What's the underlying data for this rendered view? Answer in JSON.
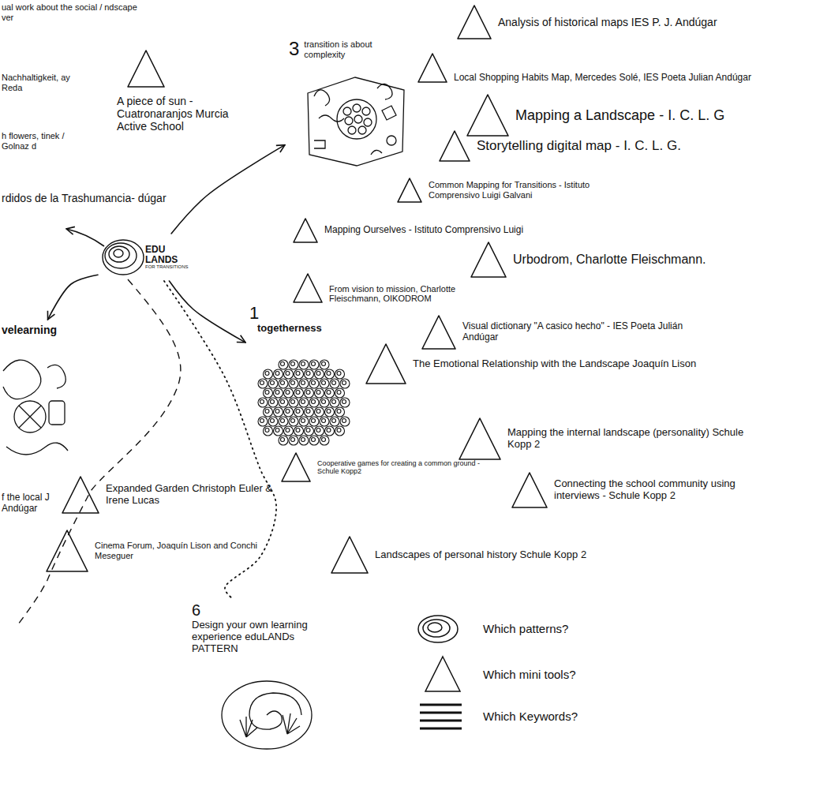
{
  "diagram": {
    "nodes": [
      {
        "text": [
          "EDU LANDS",
          "FOR TRANSITIONS"
        ]
      },
      {
        "text": [
          "3",
          "transition is about complexity"
        ]
      },
      {
        "text": [
          "1",
          "togetherness"
        ]
      },
      {
        "text": [
          "velearning"
        ]
      },
      {
        "text": [
          "6",
          "Design your own learning experience eduLANDs PATTERN"
        ]
      },
      {
        "text": [
          "A piece of sun - Cuatronaranjos Murcia Active School"
        ]
      },
      {
        "text": [
          "Analysis of historical maps IES P. J. Andúgar"
        ]
      },
      {
        "text": [
          "Local Shopping Habits Map, Mercedes Solé, IES Poeta Julian Andúgar"
        ]
      },
      {
        "text": [
          "Mapping a Landscape - I. C. L. G"
        ]
      },
      {
        "text": [
          "Storytelling digital map - I. C. L. G."
        ]
      },
      {
        "text": [
          "Common Mapping for Transitions - Istituto Comprensivo Luigi Galvani"
        ]
      },
      {
        "text": [
          "Mapping Ourselves - Istituto Comprensivo Luigi"
        ]
      },
      {
        "text": [
          "Urbodrom, Charlotte Fleischmann."
        ]
      },
      {
        "text": [
          "From vision to mission, Charlotte Fleischmann, OIKODROM"
        ]
      },
      {
        "text": [
          "Visual dictionary \"A casico hecho\" - IES Poeta Julián Andúgar"
        ]
      },
      {
        "text": [
          "The Emotional Relationship with the Landscape Joaquín Lison"
        ]
      },
      {
        "text": [
          "Mapping the internal landscape (personality) Schule Kopp 2"
        ]
      },
      {
        "text": [
          "Cooperative games for creating a common ground - Schule Kopp2"
        ]
      },
      {
        "text": [
          "Connecting the school community using interviews - Schule Kopp 2"
        ]
      },
      {
        "text": [
          "Landscapes of personal history Schule Kopp 2"
        ]
      },
      {
        "text": [
          "Expanded Garden Christoph Euler & Irene Lucas"
        ]
      },
      {
        "text": [
          "Cinema Forum, Joaquín Lison and Conchi Meseguer"
        ]
      }
    ],
    "edges": [
      {
        "from": 0,
        "to": 1,
        "arrow": "to"
      },
      {
        "from": 0,
        "to": 2,
        "arrow": "to"
      },
      {
        "from": 0,
        "to": 3,
        "arrow": "to"
      },
      {
        "from": 0,
        "to": 4,
        "arrow": "none"
      }
    ],
    "labels": [
      "ual work about the social / ndscape ver",
      "Nachhaltigkeit, ay Reda",
      "h flowers, tinek / Golnaz d",
      "rdidos de la Trashumancia- dúgar",
      "f the local J Andúgar"
    ],
    "legend": [
      {
        "text": "Which patterns?"
      },
      {
        "text": "Which mini tools?"
      },
      {
        "text": "Which Keywords?"
      }
    ]
  }
}
